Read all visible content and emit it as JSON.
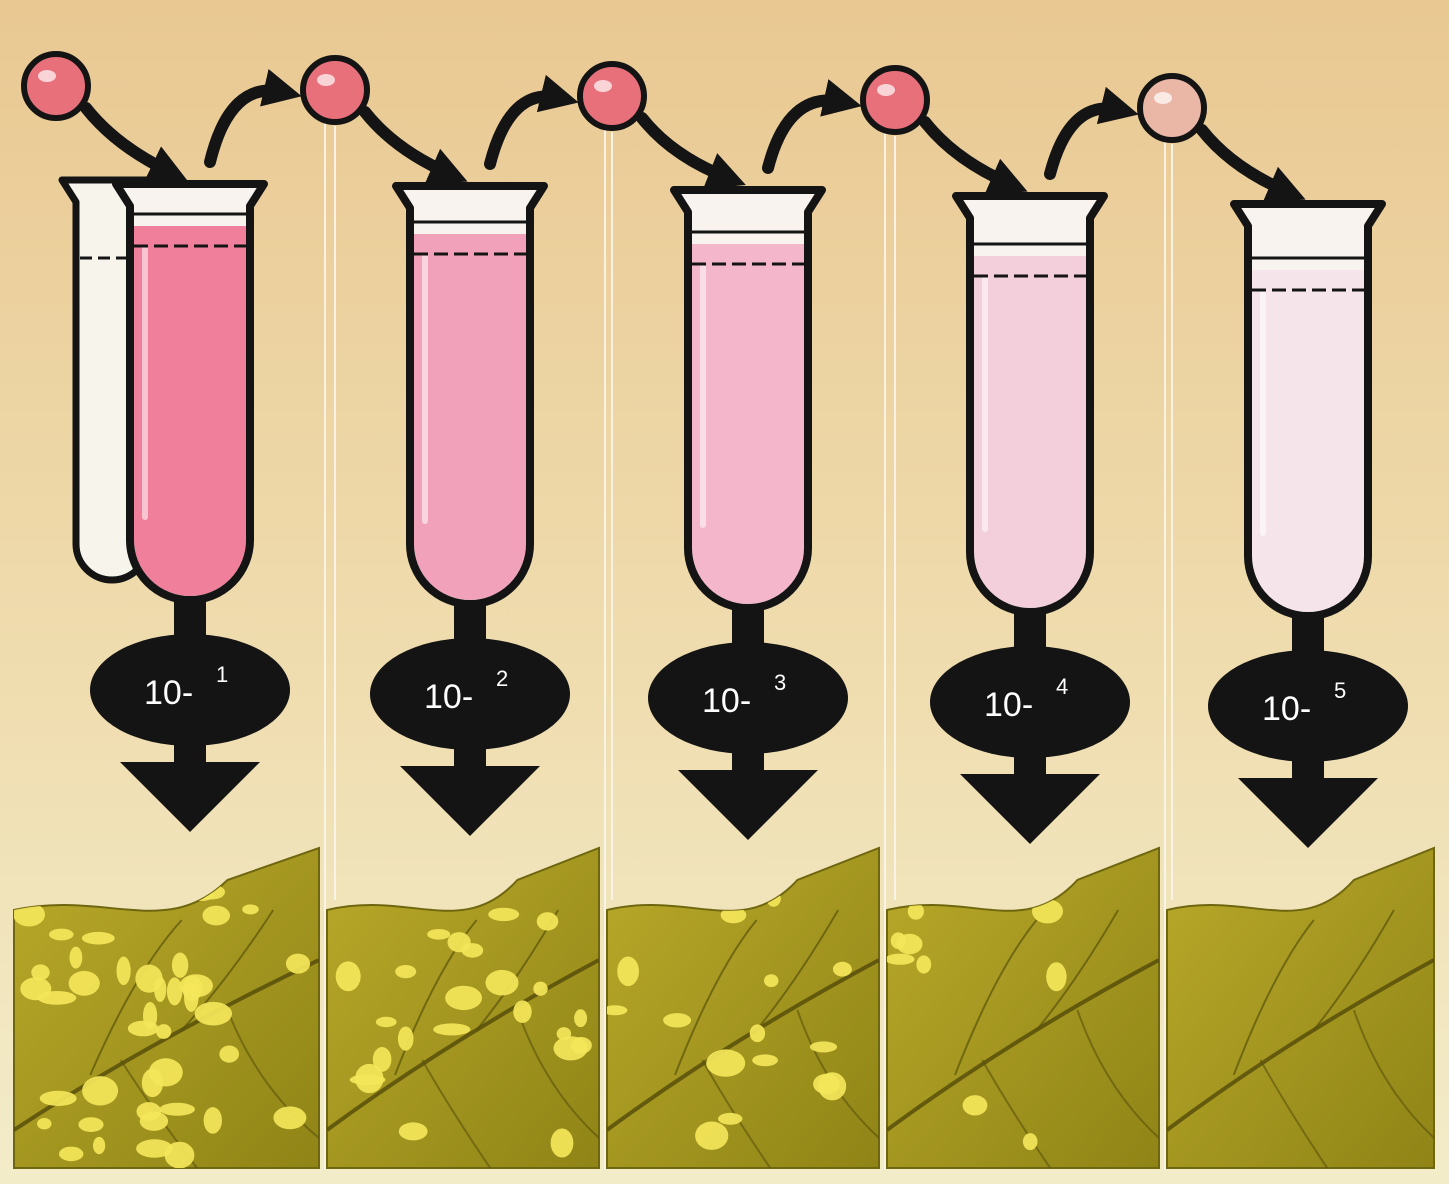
{
  "diagram": {
    "dilutions": [
      {
        "base": "10-",
        "exponent": "1",
        "tube_color": "#ef7f9a",
        "lesions": "many"
      },
      {
        "base": "10-",
        "exponent": "2",
        "tube_color": "#f1a2ba",
        "lesions": "fewer"
      },
      {
        "base": "10-",
        "exponent": "3",
        "tube_color": "#f3b6cb",
        "lesions": "some"
      },
      {
        "base": "10-",
        "exponent": "4",
        "tube_color": "#f3cfdc",
        "lesions": "few"
      },
      {
        "base": "10-",
        "exponent": "5",
        "tube_color": "#f5e4ea",
        "lesions": "none"
      }
    ],
    "colors": {
      "background": "#f2e8c9",
      "arrow": "#141414",
      "droplet": "#e8707a",
      "leaf": "#a89a22",
      "lesion": "#f4e65a"
    }
  }
}
